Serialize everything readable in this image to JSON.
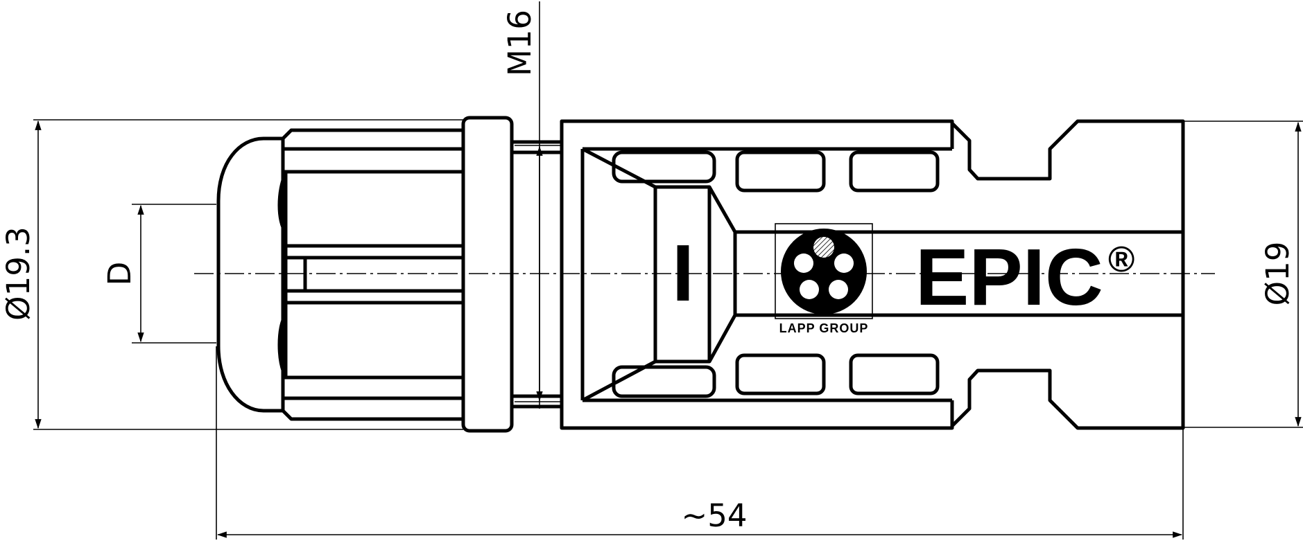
{
  "dimensions": {
    "overall_diameter": "Ø19.3",
    "cable_diameter": "D",
    "thread": "M16",
    "overall_length": "~54",
    "housing_diameter": "Ø19"
  },
  "brand": {
    "name": "EPIC",
    "registered_mark": "®",
    "logo_caption": "LAPP GROUP",
    "insert_marking": "I"
  }
}
